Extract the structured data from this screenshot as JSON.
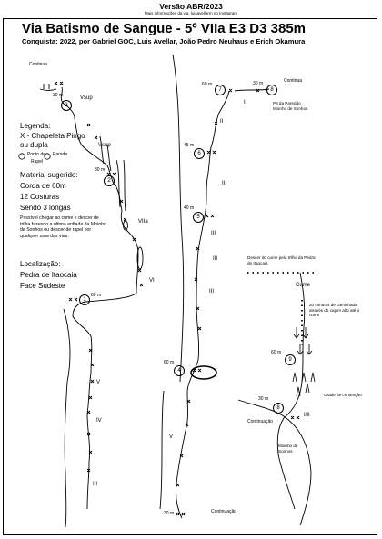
{
  "header": {
    "version": "Versão ABR/2023",
    "info": "Mais informações da via, luisavellarm no Instagram",
    "title": "Via Batismo de Sangue - 5º VIIa E3 D3 385m",
    "subtitle": "Conquista: 2022, por Gabriel GOC, Luis Avellar, João Pedro Neuhaus e Erich Okamura"
  },
  "legend": {
    "heading": "Legenda:",
    "item1": "X - Chapeleta Pingo",
    "item1b": "ou dupla",
    "belay_label": "Ponto de",
    "rappel_label": "Rapel",
    "stop_label": "Parada",
    "material_heading": "Material sugerido:",
    "material1": "Corda de 60m",
    "material2": "12 Costuras",
    "material3": "Sendo 3 longas",
    "note": "Possível chegar ao cume e descer de trilha fazendo a última enfiada da Moinho de Sonhos ou descer de rapel por qualquer uma das vias.",
    "location_heading": "Localização:",
    "location1": "Pedra de Itaocaia",
    "location2": "Face Sudeste"
  },
  "left_topo": {
    "continua": "Continua",
    "len_3": "30 m",
    "num_3": "3",
    "vsup1": "Vsup",
    "vsup2": "Vsup",
    "len_2": "30 m",
    "num_2": "2",
    "grade_viia": "VIIa",
    "grade_vi": "VI",
    "len_1": "60 m",
    "num_1": "1",
    "grade_v": "V",
    "grade_iv": "IV",
    "grade_iii": "III"
  },
  "middle_topo": {
    "len_7": "60 m",
    "num_7": "7",
    "len_8": "30 m",
    "num_8": "8",
    "continua": "Continua",
    "p8_note": "P8 da Paredão Moinho de Sonhos",
    "grade_ii": "II",
    "grade_ii_b": "II",
    "len_6": "45 m",
    "num_6": "6",
    "grade_iii_a": "III",
    "len_5": "40 m",
    "num_5": "5",
    "grade_iii_b": "III",
    "grade_iii_c": "III",
    "grade_iii_d": "III",
    "len_4": "60 m",
    "num_4": "4",
    "grade_v": "V",
    "len_bottom": "30 m",
    "continuacao": "Continuação"
  },
  "right_topo": {
    "descer_note": "Descer do cume pela trilha da Pedra de Itaocaia",
    "cume": "Cume",
    "walk_note": "20 minutos de caminhada através do capim alto até o cume",
    "len_9": "60 m",
    "num_9": "9",
    "grade_contencao": "Grade de contenção",
    "len_8": "30 m",
    "num_8": "8",
    "grade_i_ii": "I/II",
    "continuacao": "Continuação",
    "moinho": "Moinho de Sonhos"
  }
}
